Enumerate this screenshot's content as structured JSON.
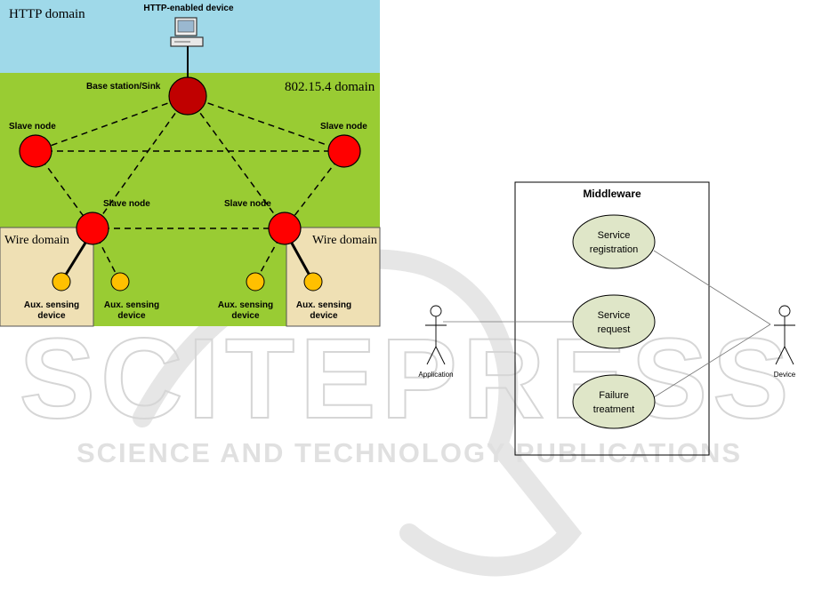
{
  "watermark": {
    "big": "SCITEPRESS",
    "small": "SCIENCE AND TECHNOLOGY PUBLICATIONS"
  },
  "network": {
    "http_domain_label": "HTTP domain",
    "http_device_label": "HTTP-enabled device",
    "zigbee_domain_label": "802.15.4 domain",
    "base_station_label": "Base station/Sink",
    "slave_node_label": "Slave node",
    "wire_domain_label": "Wire domain",
    "aux_line1": "Aux. sensing",
    "aux_line2": "device",
    "colors": {
      "http_bg": "#9fd9e9",
      "zigbee_bg": "#99cc33",
      "wire_bg": "#efe0b4",
      "sink_fill": "#c00000",
      "slave_fill": "#ff0000",
      "aux_fill": "#ffc000"
    }
  },
  "usecase": {
    "title": "Middleware",
    "use_cases": [
      {
        "line1": "Service",
        "line2": "registration"
      },
      {
        "line1": "Service",
        "line2": "request"
      },
      {
        "line1": "Failure",
        "line2": "treatment"
      }
    ],
    "actors": {
      "left": "Application",
      "right": "Device"
    },
    "colors": {
      "usecase_fill": "#dfe6c8"
    }
  }
}
